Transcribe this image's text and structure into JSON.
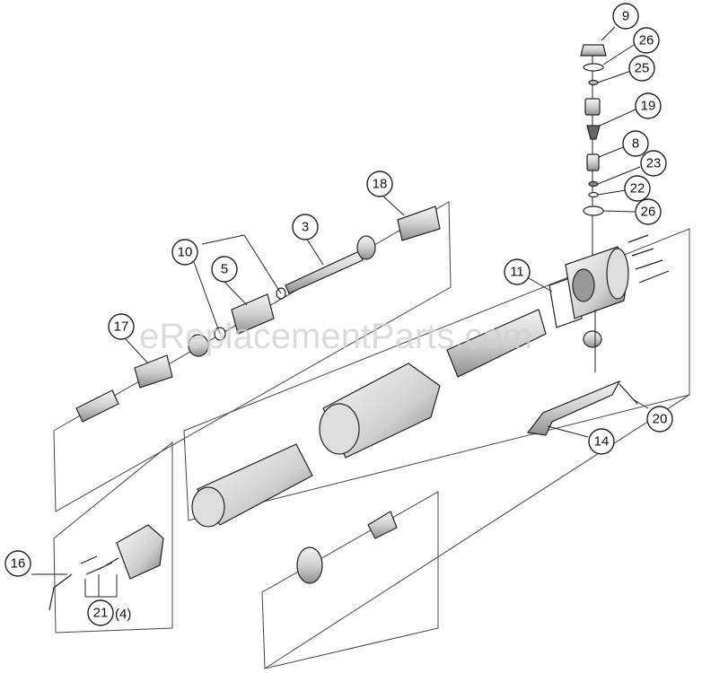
{
  "watermark": "eReplacementParts.com",
  "callouts": {
    "c9": "9",
    "c26a": "26",
    "c25": "25",
    "c19": "19",
    "c8": "8",
    "c23": "23",
    "c22": "22",
    "c26b": "26",
    "c18": "18",
    "c3": "3",
    "c10": "10",
    "c5": "5",
    "c11": "11",
    "c17": "17",
    "c14": "14",
    "c20": "20",
    "c16": "16",
    "c21": "21"
  },
  "qty_note": "(4)",
  "colors": {
    "line": "#222222",
    "metal": "#d9d9d9",
    "dark": "#555555"
  }
}
